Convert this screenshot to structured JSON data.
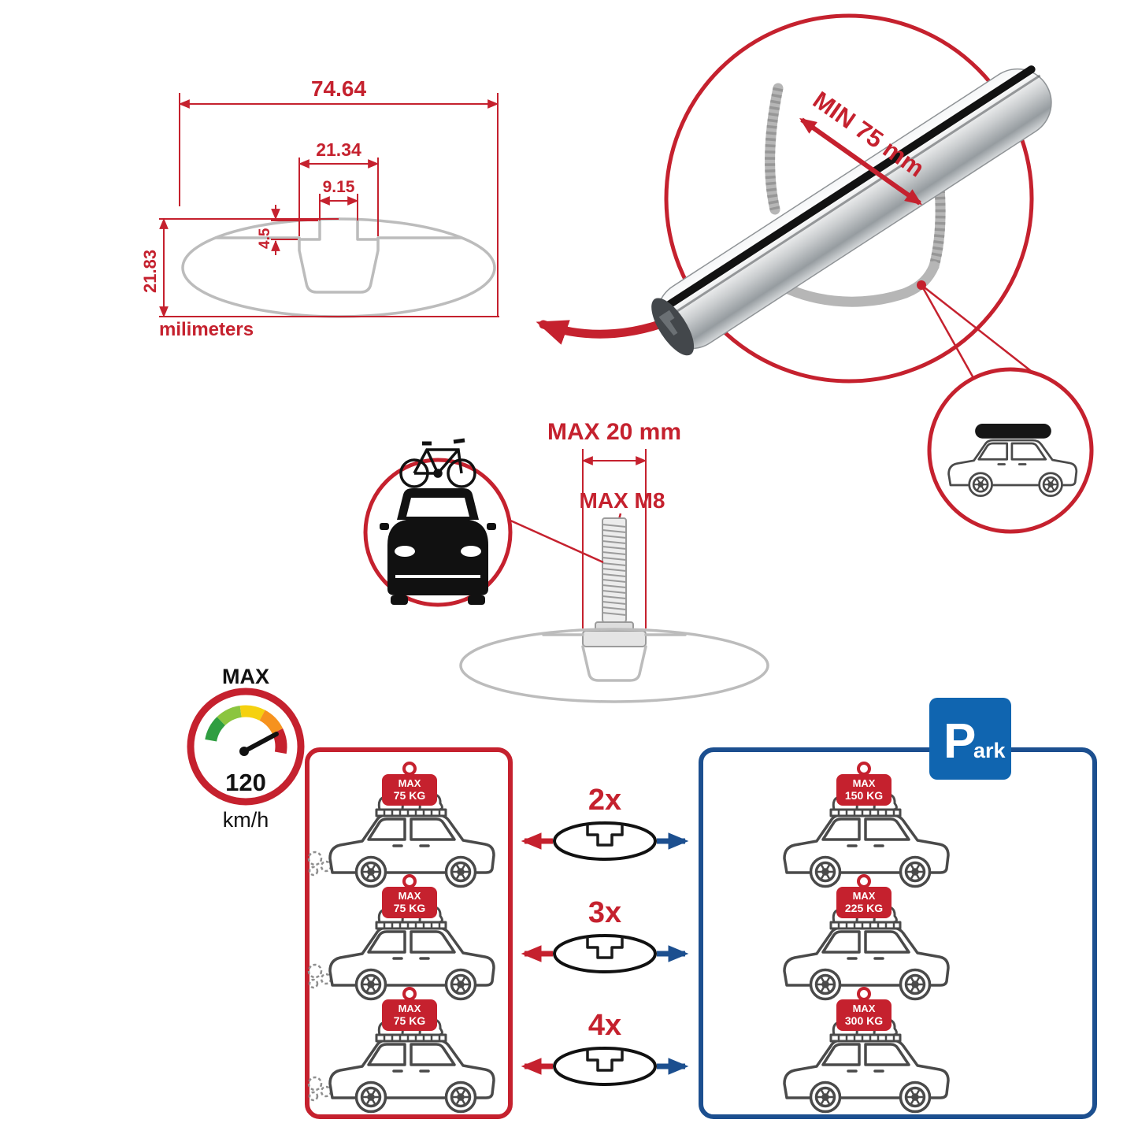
{
  "colors": {
    "red": "#c5212e",
    "blue": "#1c4f8f",
    "park_blue": "#1065b0",
    "aluminum": "#c9ccce",
    "drawing_gray": "#bcbcbc"
  },
  "cross_section": {
    "total_width": "74.64",
    "slot_outer_width": "21.34",
    "slot_inner_width": "9.15",
    "slot_depth": "4.5",
    "total_height": "21.83",
    "units": "milimeters"
  },
  "clamp": {
    "min_label": "MIN 75 mm"
  },
  "bolt": {
    "width_label": "MAX 20 mm",
    "thread_label": "MAX M8"
  },
  "speed": {
    "title": "MAX",
    "value": "120",
    "unit": "km/h"
  },
  "park": {
    "letter": "P",
    "rest": "ark"
  },
  "comparison": {
    "multipliers": [
      "2x",
      "3x",
      "4x"
    ],
    "driving": [
      {
        "l1": "MAX",
        "l2": "75 KG"
      },
      {
        "l1": "MAX",
        "l2": "75 KG"
      },
      {
        "l1": "MAX",
        "l2": "75 KG"
      }
    ],
    "parked": [
      {
        "l1": "MAX",
        "l2": "150 KG"
      },
      {
        "l1": "MAX",
        "l2": "225 KG"
      },
      {
        "l1": "MAX",
        "l2": "300 KG"
      }
    ]
  }
}
